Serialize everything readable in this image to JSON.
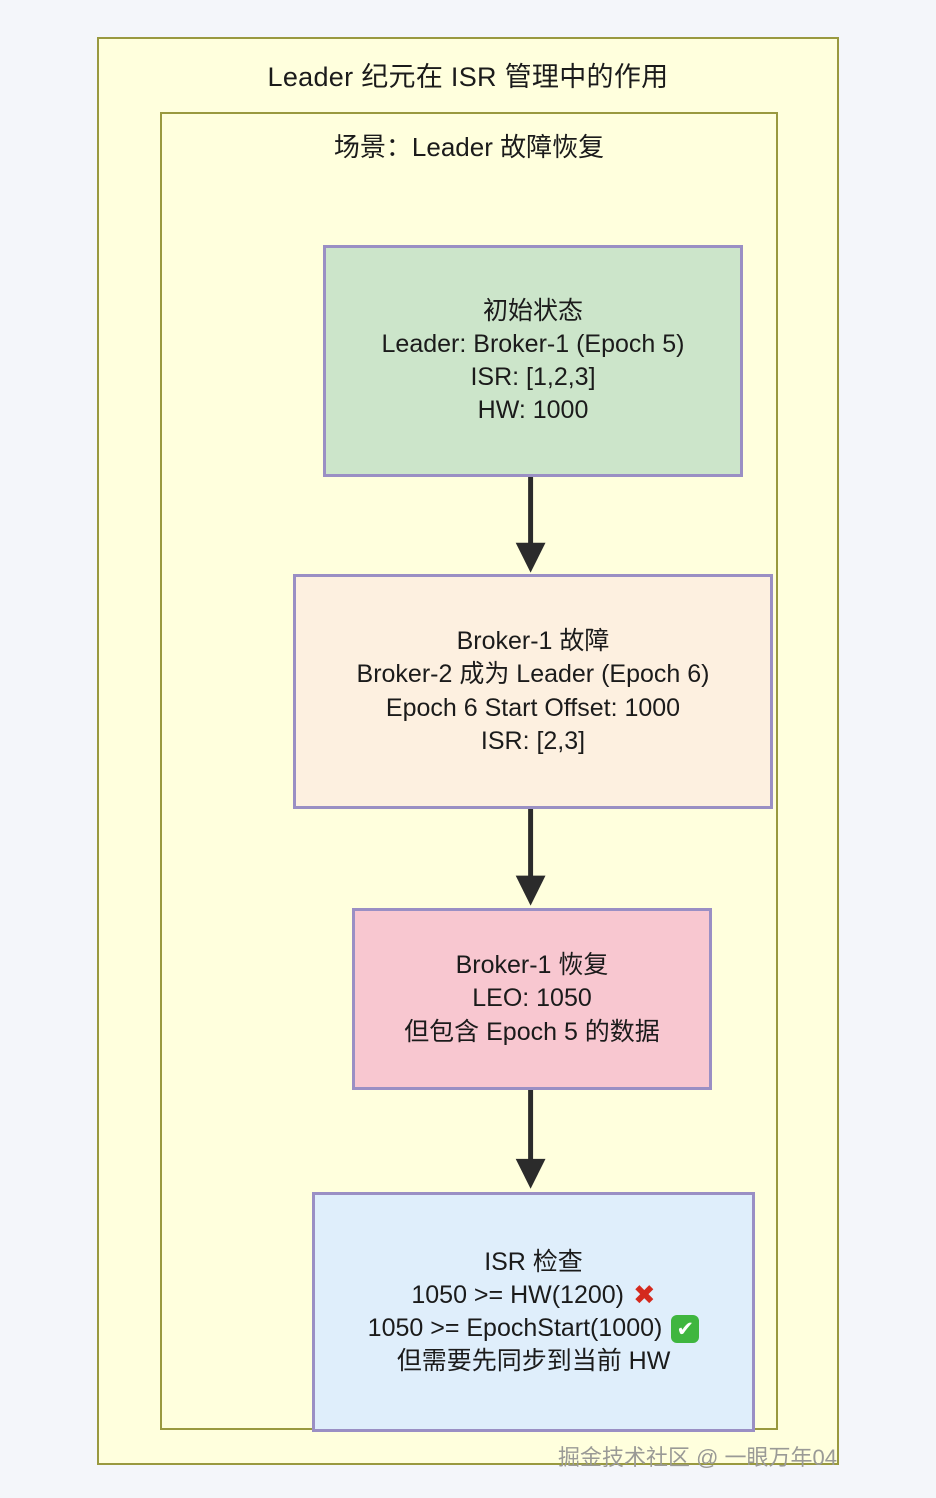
{
  "canvas": {
    "background_color": "#f4f6fa",
    "frame_fill": "#ffffdd",
    "frame_border": "#99993f",
    "node_border": "#9a8fc4",
    "arrow_color": "#2b2b2b"
  },
  "diagram": {
    "title": "Leader 纪元在 ISR 管理中的作用",
    "scenario_title": "场景：Leader 故障恢复"
  },
  "nodes": [
    {
      "id": "initial-state",
      "fill": "#cce5ca",
      "lines": [
        "初始状态",
        "Leader: Broker-1 (Epoch 5)",
        "ISR: [1,2,3]",
        "HW: 1000"
      ]
    },
    {
      "id": "broker1-failure",
      "fill": "#fdf0e0",
      "lines": [
        "Broker-1 故障",
        "Broker-2 成为 Leader (Epoch 6)",
        "Epoch 6 Start Offset: 1000",
        "ISR: [2,3]"
      ]
    },
    {
      "id": "broker1-recovery",
      "fill": "#f8c7d0",
      "lines": [
        "Broker-1 恢复",
        "LEO: 1050",
        "但包含 Epoch 5 的数据"
      ]
    },
    {
      "id": "isr-check",
      "fill": "#dfeefb",
      "lines": [
        "ISR 检查",
        "1050 >= HW(1200)",
        "1050 >= EpochStart(1000)",
        "但需要先同步到当前 HW"
      ],
      "marks": {
        "hw_check": "✖",
        "epoch_check": "✔"
      }
    }
  ],
  "watermark": {
    "text": "掘金技术社区 @ 一眼万年04"
  }
}
